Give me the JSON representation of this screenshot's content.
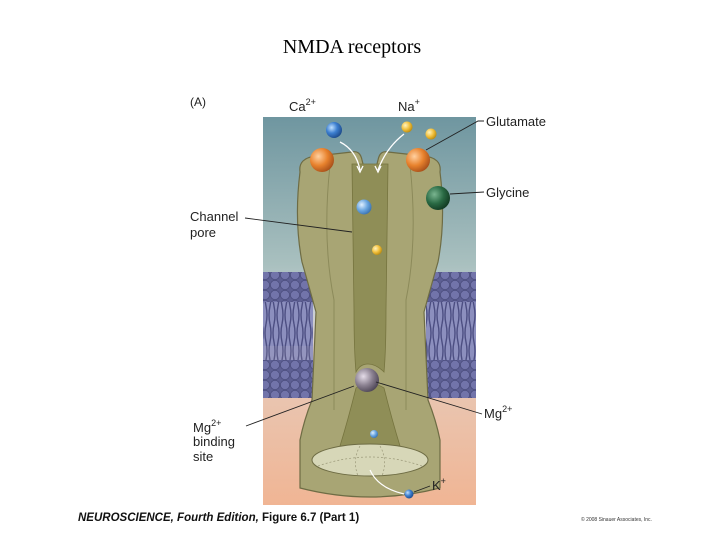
{
  "slide": {
    "title": "NMDA receptors"
  },
  "figure": {
    "panel_label": "(A)",
    "labels": {
      "ca": "Ca",
      "ca_sup": "2+",
      "na": "Na",
      "na_sup": "+",
      "glutamate": "Glutamate",
      "glycine": "Glycine",
      "channel_pore_line1": "Channel",
      "channel_pore_line2": "pore",
      "mg_right": "Mg",
      "mg_right_sup": "2+",
      "mg_site_line1": "Mg",
      "mg_site_line1_sup": "2+",
      "mg_site_line2": "binding",
      "mg_site_line3": "site",
      "k": "K",
      "k_sup": "+"
    },
    "colors": {
      "extracellular": "#7fa3ab",
      "intracellular": "#f0bfa2",
      "receptor": "#a8a574",
      "receptor_dark": "#8c8a5a",
      "pore": "#8f8e57",
      "membrane": "#6c6ea2",
      "glutamate": "#e8822d",
      "glycine": "#2a6a44",
      "calcium": "#3d7fd0",
      "sodium": "#f2c03c",
      "magnesium": "#8a8090"
    }
  },
  "footer": {
    "book": "NEUROSCIENCE, Fourth Edition,",
    "figure_ref": "Figure 6.7 (Part 1)",
    "copyright": "© 2008 Sinauer Associates, Inc."
  }
}
